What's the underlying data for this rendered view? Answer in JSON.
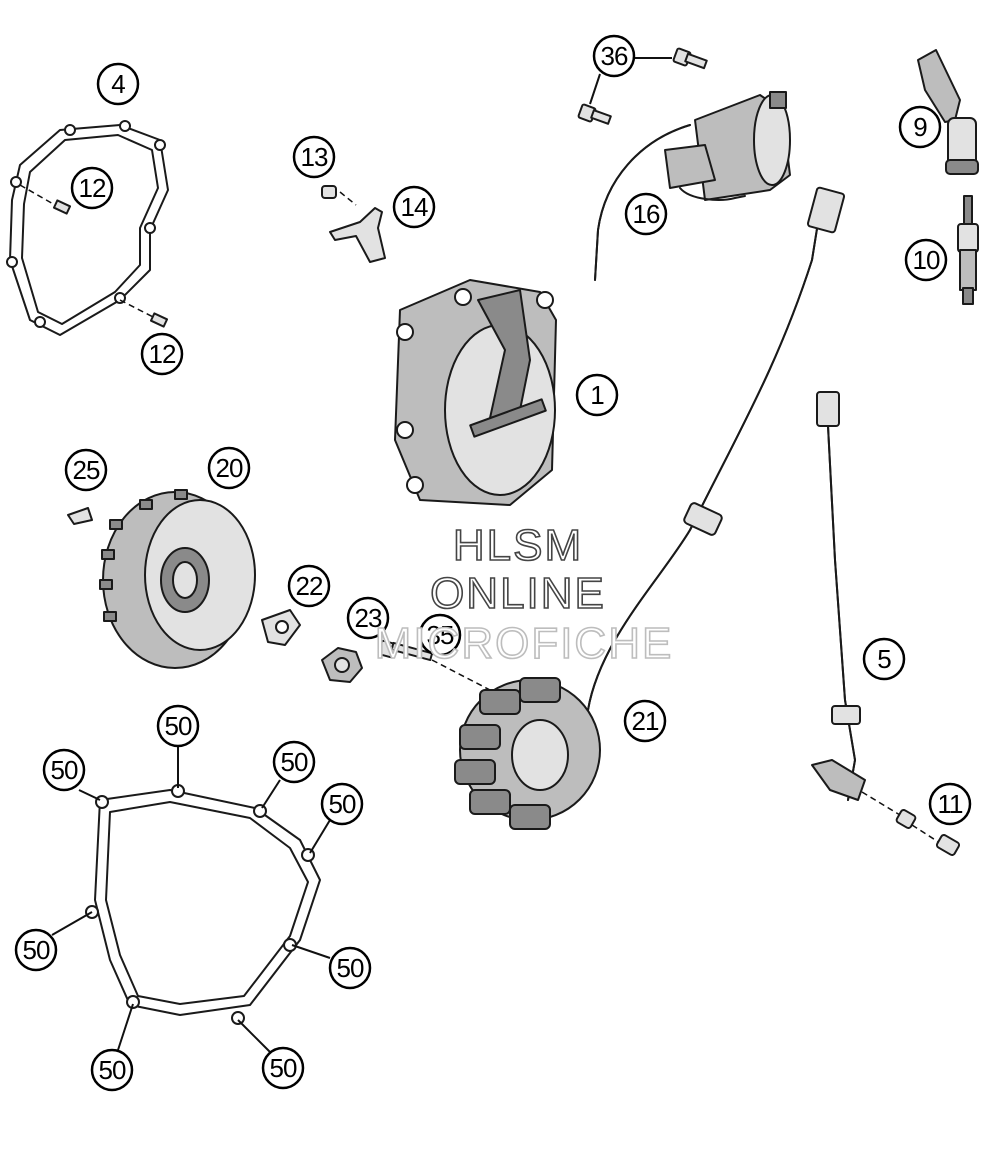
{
  "callouts": [
    "4",
    "12",
    "12",
    "13",
    "14",
    "36",
    "16",
    "9",
    "10",
    "1",
    "25",
    "20",
    "22",
    "23",
    "35",
    "21",
    "5",
    "11",
    "50",
    "50",
    "50",
    "50",
    "50",
    "50",
    "50",
    "50"
  ],
  "watermark": {
    "line1": "HLSM",
    "line2": "ONLINE",
    "line3": "MICROFICHE"
  },
  "colors": {
    "part_fill": "#bdbdbd",
    "part_dark": "#8a8a8a",
    "stroke": "#1a1a1a"
  }
}
